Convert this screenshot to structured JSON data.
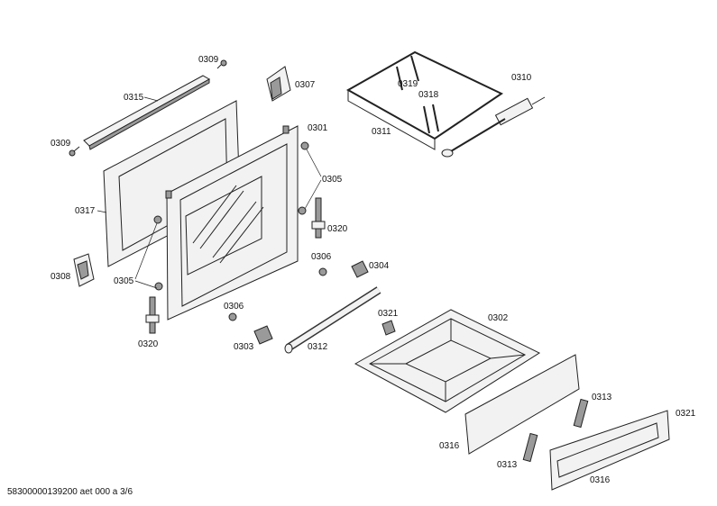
{
  "labels": {
    "p0309a": "0309",
    "p0315": "0315",
    "p0309b": "0309",
    "p0317": "0317",
    "p0308": "0308",
    "p0305a": "0305",
    "p0320a": "0320",
    "p0307": "0307",
    "p0301": "0301",
    "p0305b": "0305",
    "p0320b": "0320",
    "p0306a": "0306",
    "p0304": "0304",
    "p0306b": "0306",
    "p0303": "0303",
    "p0312": "0312",
    "p0321a": "0321",
    "p0319": "0319",
    "p0318": "0318",
    "p0311": "0311",
    "p0310": "0310",
    "p0302": "0302",
    "p0313a": "0313",
    "p0316a": "0316",
    "p0313b": "0313",
    "p0321b": "0321",
    "p0316b": "0316"
  },
  "footer": "58300000139200 aet 000 a 3/6"
}
